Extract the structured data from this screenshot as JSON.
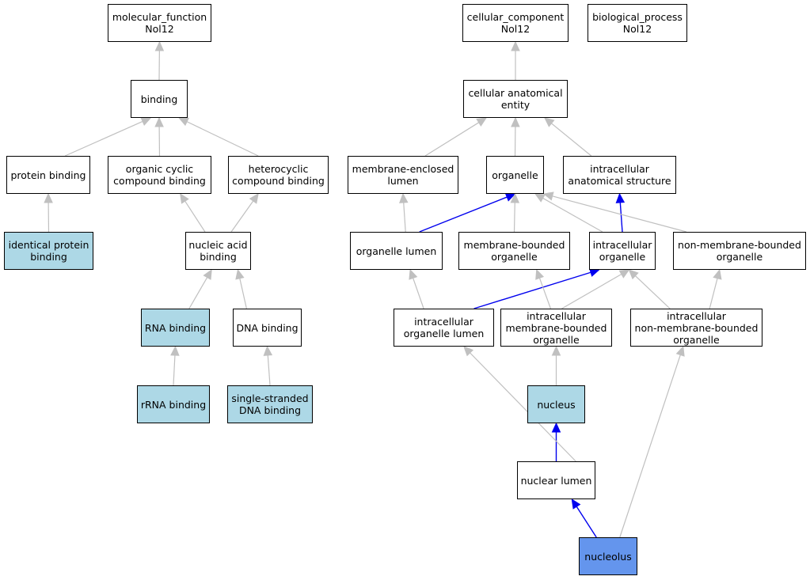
{
  "colors": {
    "default_node": "#ffffff",
    "annotated_node": "#add8e6",
    "focus_node": "#6495ed",
    "is_a_edge": "#c0c0c0",
    "part_of_edge": "#0000ee"
  },
  "nodes": {
    "mf_root": {
      "label": "molecular_function\nNol12",
      "kind": "default"
    },
    "binding": {
      "label": "binding",
      "kind": "default"
    },
    "protein_binding": {
      "label": "protein binding",
      "kind": "default"
    },
    "organic_cyclic": {
      "label": "organic cyclic\ncompound binding",
      "kind": "default"
    },
    "heterocyclic": {
      "label": "heterocyclic\ncompound binding",
      "kind": "default"
    },
    "identical_protein": {
      "label": "identical protein\nbinding",
      "kind": "annotated"
    },
    "nucleic_acid": {
      "label": "nucleic acid\nbinding",
      "kind": "default"
    },
    "rna_binding": {
      "label": "RNA binding",
      "kind": "annotated"
    },
    "dna_binding": {
      "label": "DNA binding",
      "kind": "default"
    },
    "rrna_binding": {
      "label": "rRNA binding",
      "kind": "annotated"
    },
    "ssdna_binding": {
      "label": "single-stranded\nDNA binding",
      "kind": "annotated"
    },
    "cc_root": {
      "label": "cellular_component\nNol12",
      "kind": "default"
    },
    "bp_root": {
      "label": "biological_process\nNol12",
      "kind": "default"
    },
    "cae": {
      "label": "cellular anatomical\nentity",
      "kind": "default"
    },
    "mel": {
      "label": "membrane-enclosed\nlumen",
      "kind": "default"
    },
    "organelle": {
      "label": "organelle",
      "kind": "default"
    },
    "ias": {
      "label": "intracellular\nanatomical structure",
      "kind": "default"
    },
    "org_lumen": {
      "label": "organelle lumen",
      "kind": "default"
    },
    "mbo": {
      "label": "membrane-bounded\norganelle",
      "kind": "default"
    },
    "io": {
      "label": "intracellular\norganelle",
      "kind": "default"
    },
    "nmbo": {
      "label": "non-membrane-bounded\norganelle",
      "kind": "default"
    },
    "iol": {
      "label": "intracellular\norganelle lumen",
      "kind": "default"
    },
    "imbo": {
      "label": "intracellular\nmembrane-bounded\norganelle",
      "kind": "default"
    },
    "inmbo": {
      "label": "intracellular\nnon-membrane-bounded\norganelle",
      "kind": "default"
    },
    "nucleus": {
      "label": "nucleus",
      "kind": "annotated"
    },
    "nuclear_lumen": {
      "label": "nuclear lumen",
      "kind": "default"
    },
    "nucleolus": {
      "label": "nucleolus",
      "kind": "focus"
    }
  },
  "edges": [
    {
      "from": "binding",
      "to": "mf_root",
      "type": "is_a"
    },
    {
      "from": "protein_binding",
      "to": "binding",
      "type": "is_a"
    },
    {
      "from": "organic_cyclic",
      "to": "binding",
      "type": "is_a"
    },
    {
      "from": "heterocyclic",
      "to": "binding",
      "type": "is_a"
    },
    {
      "from": "identical_protein",
      "to": "protein_binding",
      "type": "is_a"
    },
    {
      "from": "nucleic_acid",
      "to": "organic_cyclic",
      "type": "is_a"
    },
    {
      "from": "nucleic_acid",
      "to": "heterocyclic",
      "type": "is_a"
    },
    {
      "from": "rna_binding",
      "to": "nucleic_acid",
      "type": "is_a"
    },
    {
      "from": "dna_binding",
      "to": "nucleic_acid",
      "type": "is_a"
    },
    {
      "from": "rrna_binding",
      "to": "rna_binding",
      "type": "is_a"
    },
    {
      "from": "ssdna_binding",
      "to": "dna_binding",
      "type": "is_a"
    },
    {
      "from": "cae",
      "to": "cc_root",
      "type": "is_a"
    },
    {
      "from": "mel",
      "to": "cae",
      "type": "is_a"
    },
    {
      "from": "organelle",
      "to": "cae",
      "type": "is_a"
    },
    {
      "from": "ias",
      "to": "cae",
      "type": "is_a"
    },
    {
      "from": "org_lumen",
      "to": "mel",
      "type": "is_a"
    },
    {
      "from": "org_lumen",
      "to": "organelle",
      "type": "part_of"
    },
    {
      "from": "mbo",
      "to": "organelle",
      "type": "is_a"
    },
    {
      "from": "io",
      "to": "organelle",
      "type": "is_a"
    },
    {
      "from": "io",
      "to": "ias",
      "type": "part_of"
    },
    {
      "from": "nmbo",
      "to": "organelle",
      "type": "is_a"
    },
    {
      "from": "iol",
      "to": "org_lumen",
      "type": "is_a"
    },
    {
      "from": "iol",
      "to": "io",
      "type": "part_of"
    },
    {
      "from": "imbo",
      "to": "mbo",
      "type": "is_a"
    },
    {
      "from": "imbo",
      "to": "io",
      "type": "is_a"
    },
    {
      "from": "inmbo",
      "to": "io",
      "type": "is_a"
    },
    {
      "from": "inmbo",
      "to": "nmbo",
      "type": "is_a"
    },
    {
      "from": "nucleus",
      "to": "imbo",
      "type": "is_a"
    },
    {
      "from": "nuclear_lumen",
      "to": "nucleus",
      "type": "part_of"
    },
    {
      "from": "nuclear_lumen",
      "to": "iol",
      "type": "is_a"
    },
    {
      "from": "nucleolus",
      "to": "nuclear_lumen",
      "type": "part_of"
    },
    {
      "from": "nucleolus",
      "to": "inmbo",
      "type": "is_a"
    }
  ]
}
